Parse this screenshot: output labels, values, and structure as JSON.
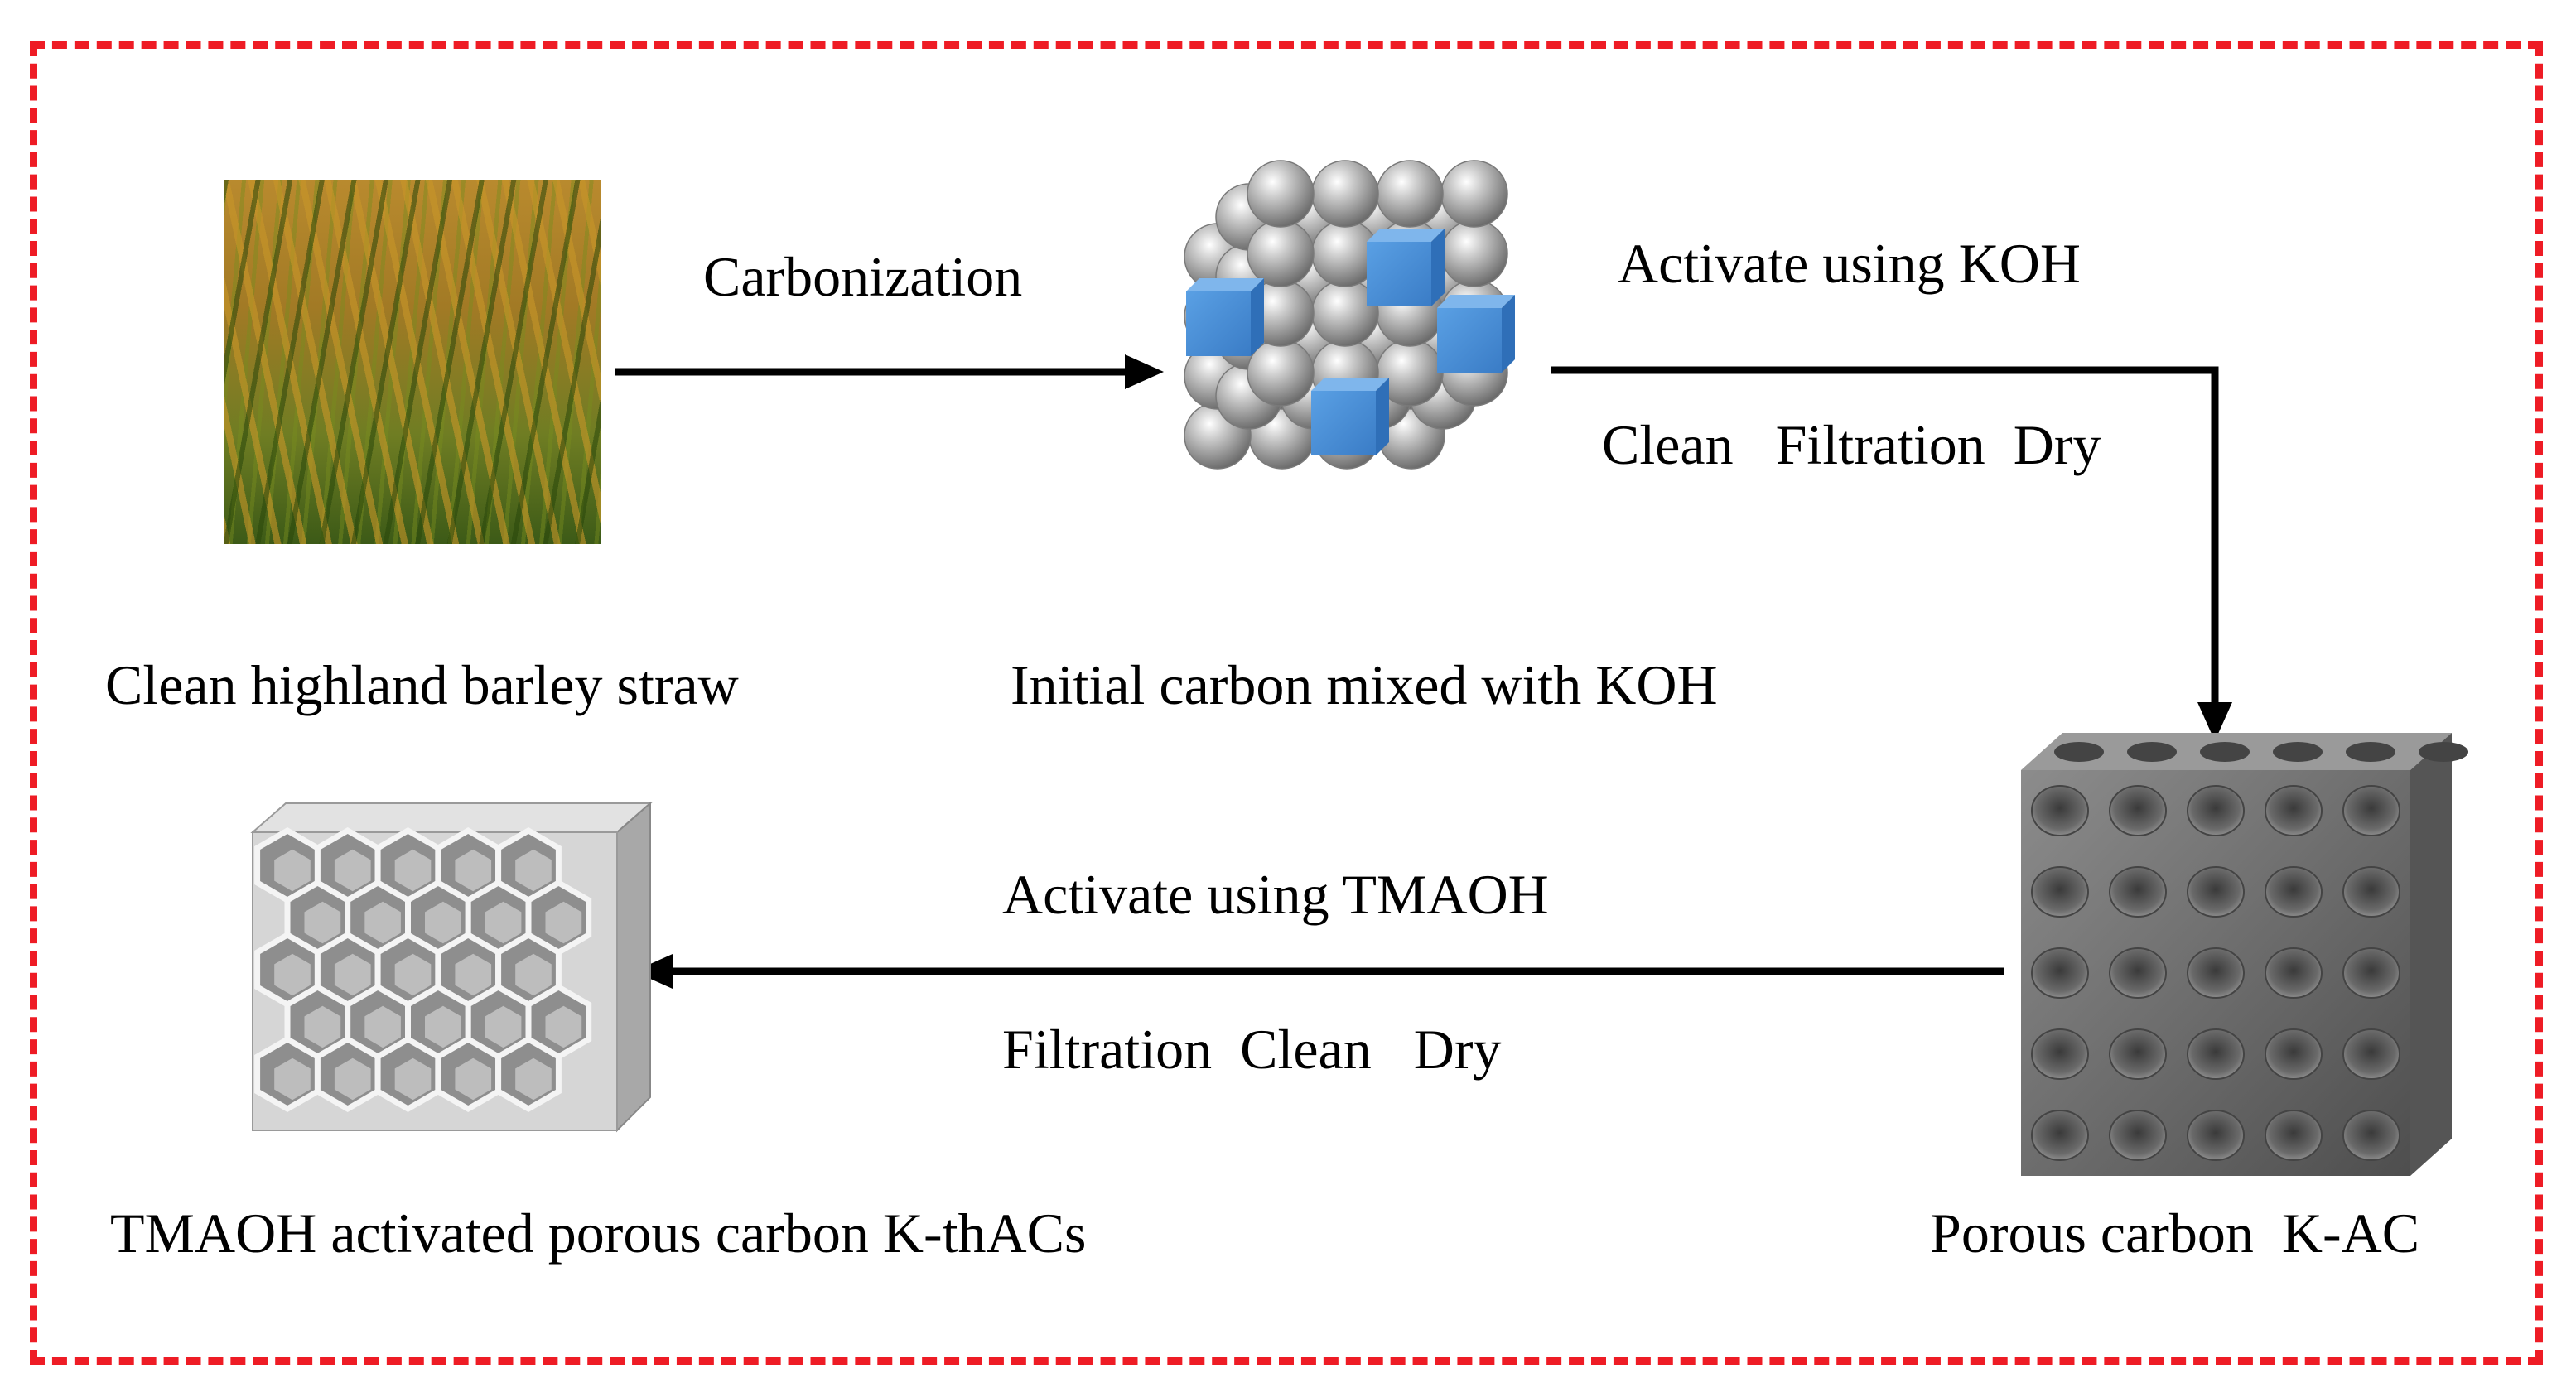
{
  "colors": {
    "frame_border": "#ee1c25",
    "arrow": "#000000",
    "sphere": "#9a9a9a",
    "koh_cube": "#4a8fd6",
    "porous_carbon": "#6e6e6e",
    "honeycomb": "#d0d0d0"
  },
  "arrows": {
    "carbonization_label": "Carbonization",
    "koh_activation_label": "Activate using KOH",
    "koh_steps_label": "Clean   Filtration  Dry",
    "tmaoh_activation_label": "Activate using TMAOH",
    "tmaoh_steps_label": "Filtration  Clean   Dry"
  },
  "stages": {
    "straw": {
      "caption": "Clean highland barley straw",
      "icon": "barley-straw-photo"
    },
    "initial_carbon": {
      "caption": "Initial carbon mixed with KOH",
      "icon": "carbon-spheres-with-koh-cubes"
    },
    "porous_carbon": {
      "caption": "Porous carbon  K-AC",
      "icon": "porous-carbon-lattice"
    },
    "activated_carbon": {
      "caption": "TMAOH activated porous carbon K-thACs",
      "icon": "honeycomb-carbon"
    }
  }
}
